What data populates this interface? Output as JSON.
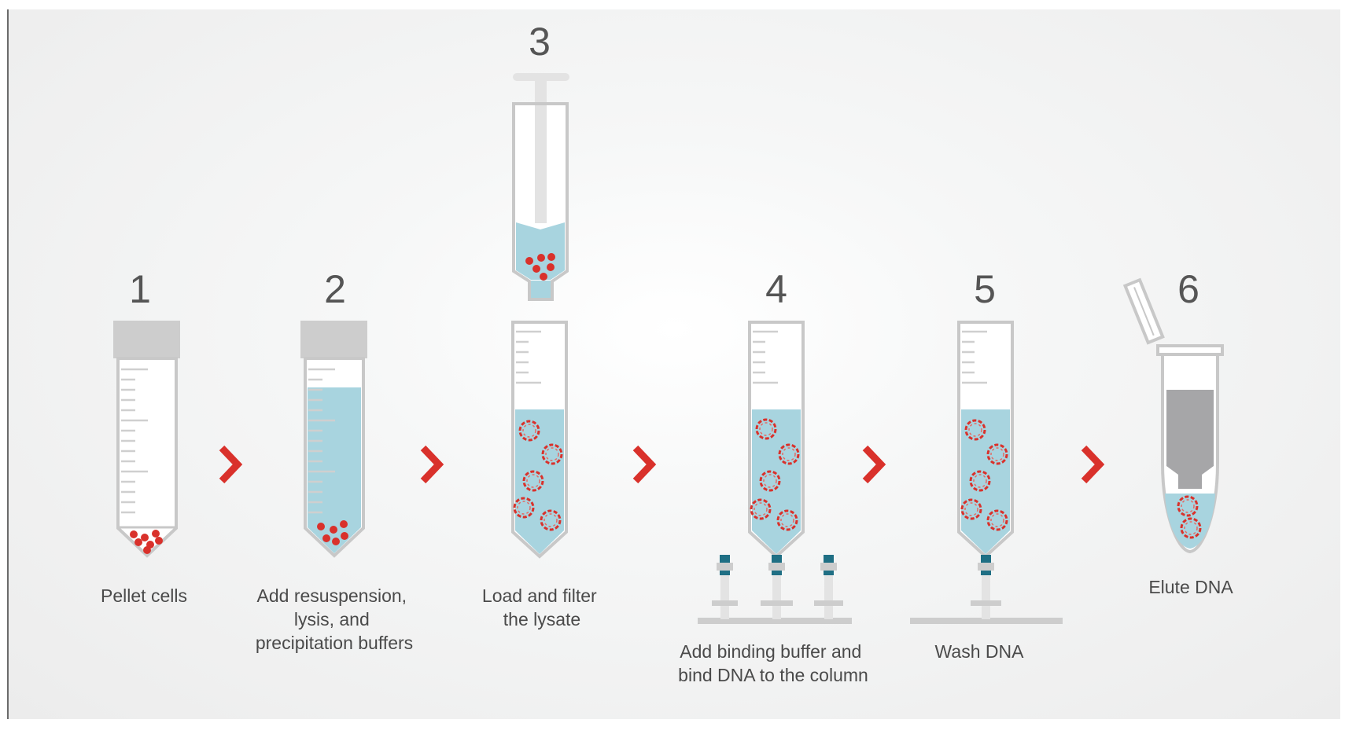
{
  "steps": [
    {
      "number": "1",
      "caption": [
        "Pellet cells"
      ]
    },
    {
      "number": "2",
      "caption": [
        "Add resuspension,",
        "lysis, and",
        "precipitation buffers"
      ]
    },
    {
      "number": "3",
      "caption": [
        "Load and filter",
        "the lysate"
      ]
    },
    {
      "number": "4",
      "caption": [
        "Add binding buffer and",
        "bind DNA to the column"
      ]
    },
    {
      "number": "5",
      "caption": [
        "Wash DNA"
      ]
    },
    {
      "number": "6",
      "caption": [
        "Elute DNA"
      ]
    }
  ],
  "colors": {
    "accent_red": "#d9312b",
    "liquid_blue": "#a8d4df",
    "tube_gray": "#c8c8c8",
    "cap_gray": "#cdcdcd",
    "eluate_gray": "#a6a6a8",
    "valve_teal": "#1f6f84",
    "text": "#4a4a4a"
  }
}
